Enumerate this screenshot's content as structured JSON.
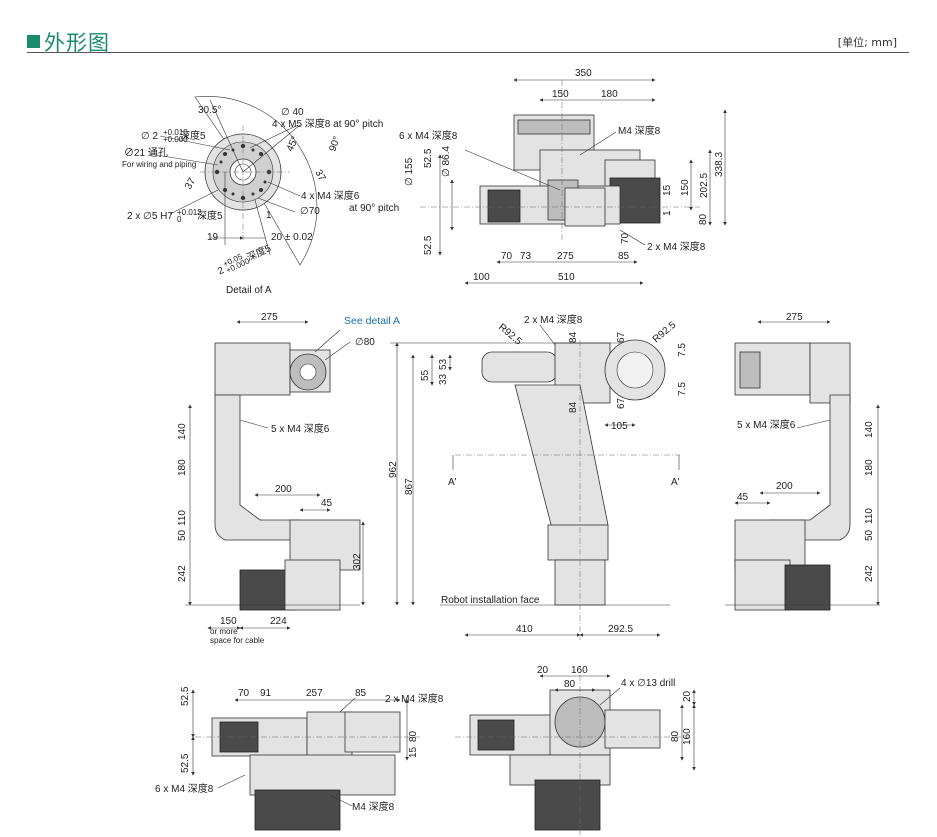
{
  "header": {
    "title": "外形图",
    "unit_note": "[单位; mm]"
  },
  "detail_a": {
    "caption": "Detail of A",
    "labels": {
      "a30_5": "30.5°",
      "phi40": "∅ 40",
      "m5_holes": "4 x M5 深度8 at 90° pitch",
      "pin_2": "∅ 2",
      "pin_2_tol_top": "+0.010",
      "pin_2_tol_bot": "+0.000",
      "pin_2_depth": "深度5",
      "through": "∅21 通孔",
      "wiring": "For wiring and piping",
      "a45": "45°",
      "a90": "90°",
      "d37a": "37",
      "d37b": "37",
      "m4_holes": "4 x M4 深度6",
      "at90": "at 90° pitch",
      "phi70": "∅70",
      "h7_pins": "2 x ∅5 H7",
      "h7_tol_top": "+0.012",
      "h7_tol_bot": "0",
      "h7_depth": "深度5",
      "d19": "19",
      "d20": "20 ± 0.02",
      "d1": "1",
      "slot": "2",
      "slot_tol_top": "+0.05",
      "slot_tol_bot": "+0.000",
      "slot_depth": "深度5"
    }
  },
  "top_view": {
    "labels": {
      "d350": "350",
      "d150": "150",
      "d180": "180",
      "m4x6": "6 x M4 深度8",
      "m4_single": "M4 深度8",
      "phi155": "∅ 155",
      "d52_5a": "52.5",
      "phi86_4": "∅ 86.4",
      "d338_3": "338.3",
      "d202_5": "202.5",
      "d150v": "150",
      "d15": "15",
      "d1": "1",
      "d80": "80",
      "d52_5b": "52.5",
      "d70v": "70",
      "m4x2": "2 x M4 深度8",
      "d70": "70",
      "d73": "73",
      "d275": "275",
      "d85": "85",
      "d100": "100",
      "d510": "510"
    }
  },
  "front_view": {
    "labels": {
      "d275": "275",
      "see_detail": "See detail A",
      "phi80": "∅80",
      "m4x5": "5 x M4 深度6",
      "d140": "140",
      "d180": "180",
      "d200": "200",
      "d45": "45",
      "d110": "110",
      "d50": "50",
      "d242": "242",
      "d302": "302",
      "d150": "150",
      "d224": "224",
      "cable_note_1": "or more",
      "cable_note_2": "space for cable"
    }
  },
  "side_view": {
    "labels": {
      "r92_5a": "R92.5",
      "m4x2": "2 x M4 深度8",
      "r92_5b": "R92.5",
      "d84a": "84",
      "d67a": "67",
      "d7_5a": "7.5",
      "d55": "55",
      "d53": "53",
      "d33": "33",
      "d84b": "84",
      "d67b": "67",
      "d7_5b": "7.5",
      "d105": "105",
      "d962": "962",
      "d867": "867",
      "a_left": "A'",
      "a_right": "A'",
      "install_face": "Robot  installation face",
      "d410": "410",
      "d292_5": "292.5"
    }
  },
  "rear_view": {
    "labels": {
      "d275": "275",
      "m4x5": "5 x M4 深度6",
      "d140": "140",
      "d180": "180",
      "d200": "200",
      "d45": "45",
      "d110": "110",
      "d50": "50",
      "d242": "242"
    }
  },
  "bottom_left_view": {
    "labels": {
      "d52_5a": "52.5",
      "d70": "70",
      "d91": "91",
      "d257": "257",
      "d85": "85",
      "m4x2": "2 x M4 深度8",
      "d80": "80",
      "d15": "15",
      "d52_5b": "52.5",
      "m4x6": "6 x M4 深度8",
      "m4_single": "M4 深度8"
    }
  },
  "bottom_right_view": {
    "labels": {
      "d20": "20",
      "d160": "160",
      "d80": "80",
      "drill": "4 x ∅13 drill",
      "d20v": "20",
      "d80v": "80",
      "d160v": "160"
    }
  }
}
